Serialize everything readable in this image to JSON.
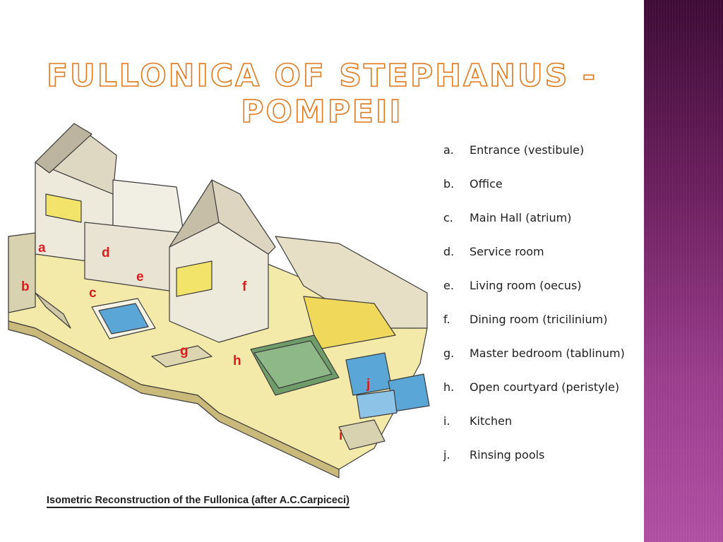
{
  "slide": {
    "title": "Fullonica of Stephanus - Pompeii",
    "caption": "Isometric Reconstruction of the Fullonica (after A.C.Carpiceci)"
  },
  "figure": {
    "labels": [
      "a",
      "b",
      "c",
      "d",
      "e",
      "f",
      "g",
      "h",
      "i",
      "j"
    ]
  },
  "legend": {
    "items": [
      {
        "letter": "a.",
        "text": "Entrance (vestibule)"
      },
      {
        "letter": "b.",
        "text": "Office"
      },
      {
        "letter": "c.",
        "text": "Main Hall (atrium)"
      },
      {
        "letter": "d.",
        "text": "Service room"
      },
      {
        "letter": "e.",
        "text": "Living room (oecus)"
      },
      {
        "letter": "f.",
        "text": "Dining room (tricilinium)"
      },
      {
        "letter": "g.",
        "text": "Master bedroom (tablinum)"
      },
      {
        "letter": "h.",
        "text": "Open courtyard (peristyle)"
      },
      {
        "letter": "i.",
        "text": "Kitchen"
      },
      {
        "letter": "j.",
        "text": "Rinsing pools"
      }
    ]
  },
  "colors": {
    "title_outline": "#e0791c",
    "label_red": "#d81e1e",
    "floor": "#f3e9a8",
    "pool_water": "#5aa6d6",
    "garden": "#6e9d6a",
    "side_band": "#7a2a6e"
  }
}
